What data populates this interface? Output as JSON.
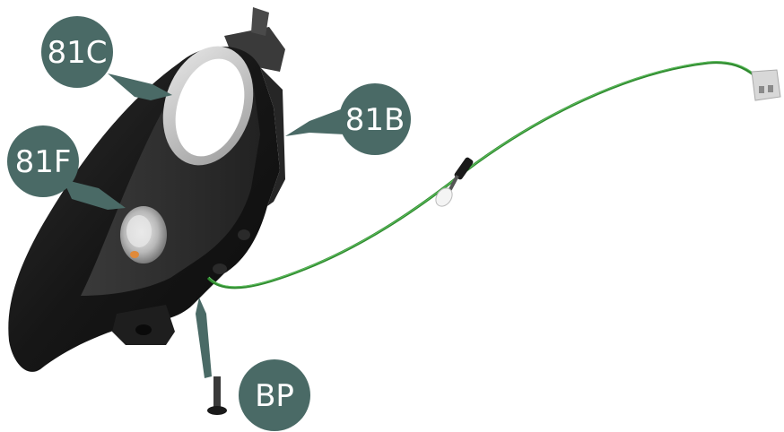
{
  "callouts": {
    "c81C": "81C",
    "c81B": "81B",
    "c81F": "81F",
    "cBP": "BP"
  },
  "colors": {
    "callout": "#4a6a66",
    "housing": "#1c1c1c",
    "wire": "#3a9a3a",
    "ring": "#c8c8c8"
  }
}
